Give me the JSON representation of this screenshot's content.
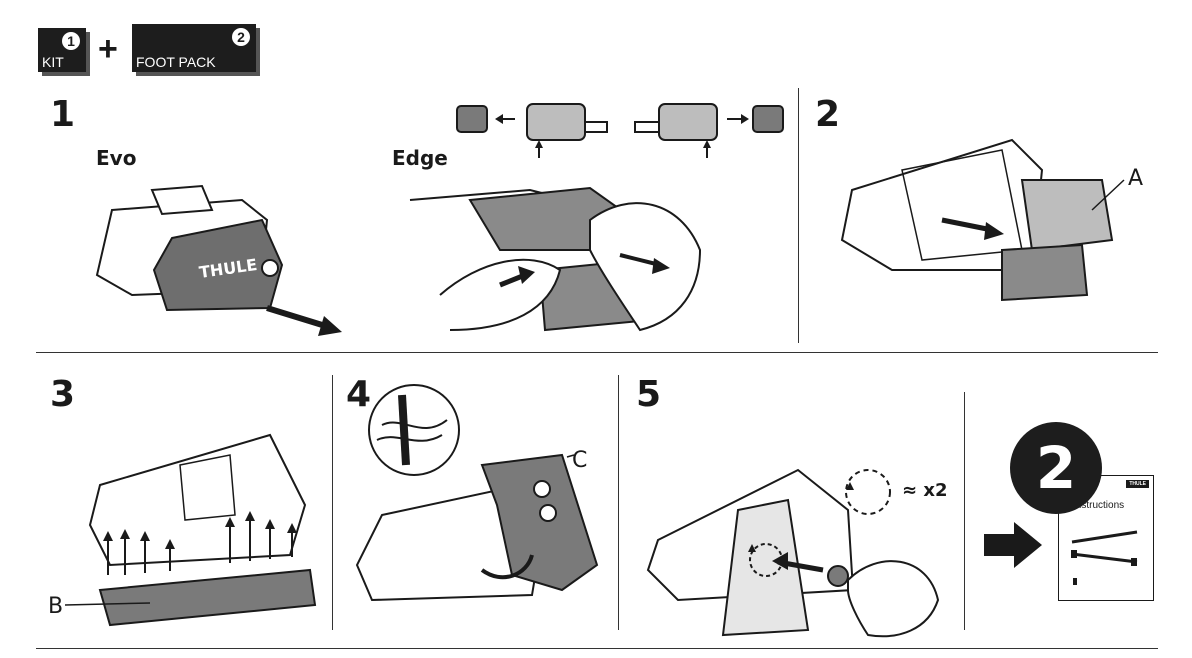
{
  "header": {
    "kit": {
      "number": "1",
      "label": "KIT"
    },
    "plus": "+",
    "foot_pack": {
      "number": "2",
      "label": "FOOT PACK"
    }
  },
  "steps": {
    "s1": {
      "number": "1",
      "variant_left": "Evo",
      "variant_right": "Edge"
    },
    "s2": {
      "number": "2",
      "callout": "A"
    },
    "s3": {
      "number": "3",
      "callout": "B"
    },
    "s4": {
      "number": "4",
      "callout": "C"
    },
    "s5": {
      "number": "5",
      "repeat": "≈ x2"
    }
  },
  "next": {
    "number": "2",
    "booklet_title": "Instructions",
    "brand": "THULE"
  },
  "icons": [
    "thule-foot-illustration",
    "arrow-right-icon",
    "magnifier-detail-icon",
    "rotate-icon"
  ],
  "colors": {
    "ink": "#1a1a1a",
    "gray": "#7a7a7a",
    "light_gray": "#cfcfcf"
  }
}
